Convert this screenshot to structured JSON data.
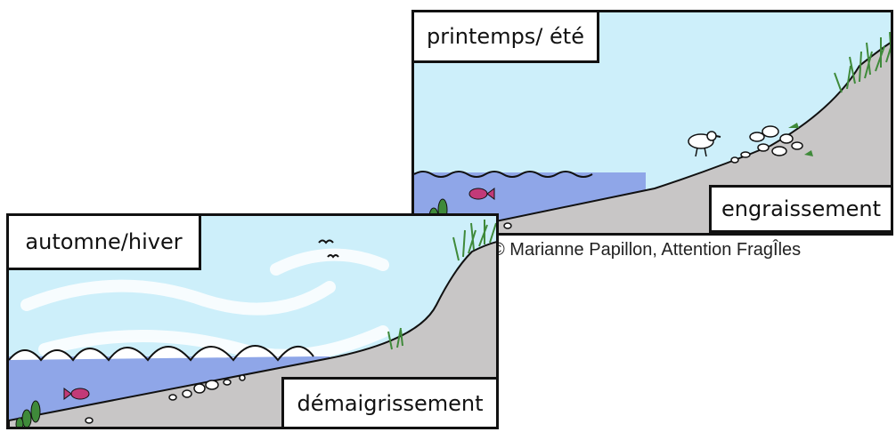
{
  "panels": {
    "summer": {
      "season_label": "printemps/ été",
      "process_label": "engraissement"
    },
    "winter": {
      "season_label": "automne/hiver",
      "process_label": "démaigrissement"
    }
  },
  "credit": "© Marianne Papillon, Attention FragÎles",
  "colors": {
    "sky": "#cdeffa",
    "sea": "#8fa6e8",
    "sand": "#c8c6c6",
    "grass": "#3f8a3a",
    "fish": "#c23a78"
  }
}
